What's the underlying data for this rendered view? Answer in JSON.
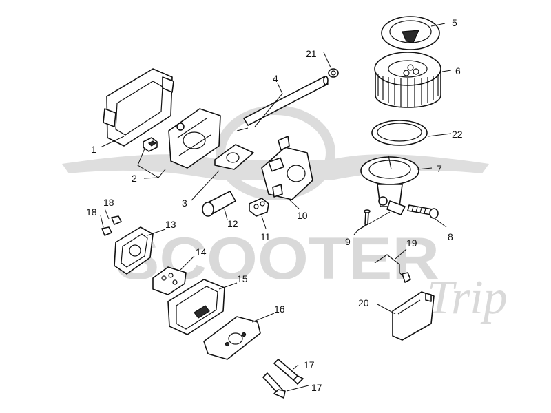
{
  "watermark": {
    "brand": "SCOOTER",
    "script": "Trip"
  },
  "callouts": [
    "1",
    "2",
    "3",
    "4",
    "5",
    "6",
    "7",
    "8",
    "9",
    "10",
    "11",
    "12",
    "13",
    "14",
    "15",
    "16",
    "17",
    "17",
    "18",
    "18",
    "19",
    "20",
    "21",
    "22"
  ],
  "colors": {
    "line": "#111111",
    "watermark": "#d9d9d9",
    "background": "#ffffff"
  }
}
